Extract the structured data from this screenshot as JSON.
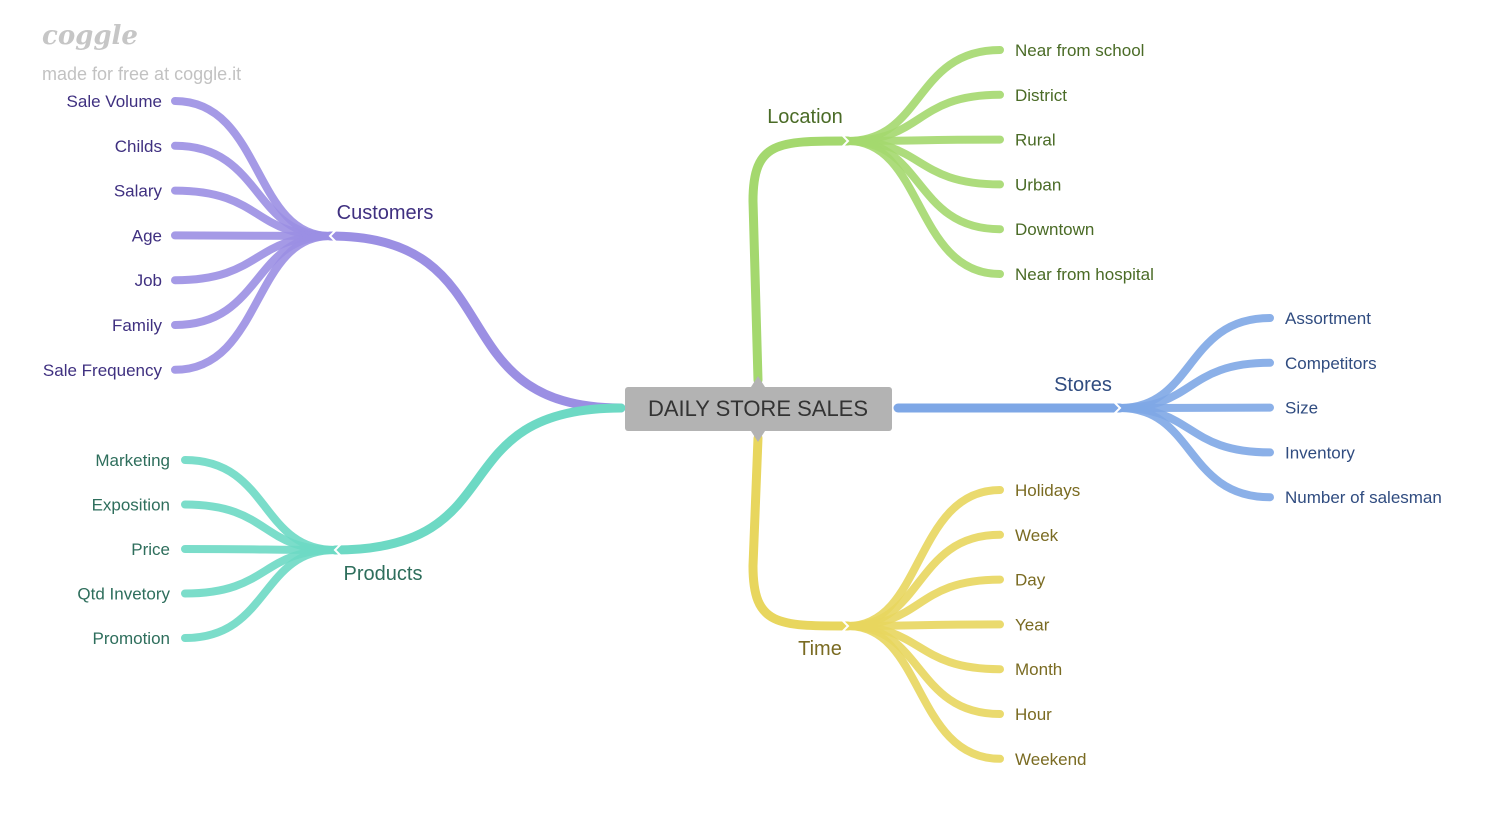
{
  "watermark": {
    "logo": "coggle",
    "tagline": "made for free at coggle.it"
  },
  "root": {
    "label": "DAILY STORE SALES",
    "fill": "#b3b3b3",
    "text_color": "#333333"
  },
  "branches": [
    {
      "key": "customers",
      "label": "Customers",
      "color": "#9b8fe3",
      "text_color": "#3f3080",
      "children": [
        "Sale Volume",
        "Childs",
        "Salary",
        "Age",
        "Job",
        "Family",
        "Sale Frequency"
      ]
    },
    {
      "key": "products",
      "label": "Products",
      "color": "#6dd9c4",
      "text_color": "#2e6e5c",
      "children": [
        "Marketing",
        "Exposition",
        "Price",
        "Qtd Invetory",
        "Promotion"
      ]
    },
    {
      "key": "location",
      "label": "Location",
      "color": "#a4d86e",
      "text_color": "#4a6b26",
      "children": [
        "Near from school",
        "District",
        "Rural",
        "Urban",
        "Downtown",
        "Near from hospital"
      ]
    },
    {
      "key": "stores",
      "label": "Stores",
      "color": "#7ea7e6",
      "text_color": "#304c80",
      "children": [
        "Assortment",
        "Competitors",
        "Size",
        "Inventory",
        "Number of salesman"
      ]
    },
    {
      "key": "time",
      "label": "Time",
      "color": "#e8d65e",
      "text_color": "#7a6b22",
      "children": [
        "Holidays",
        "Week",
        "Day",
        "Year",
        "Month",
        "Hour",
        "Weekend"
      ]
    }
  ]
}
